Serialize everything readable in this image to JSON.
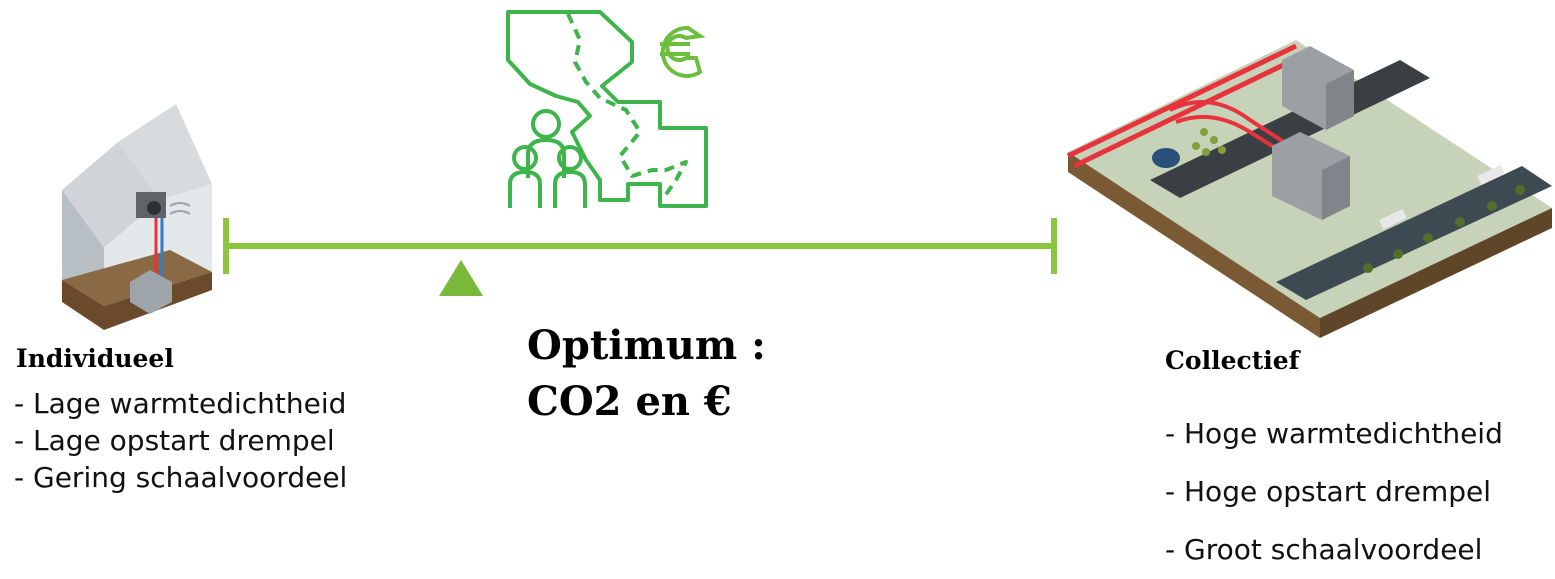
{
  "colors": {
    "scale_line": "#8cc63f",
    "icon_green": "#3db54a",
    "euro_green": "#6abf3c",
    "pipe_red": "#e8323c"
  },
  "icons": {
    "center": "region-people-euro-icon",
    "left": "individual-house-heatpump-icon",
    "right": "collective-district-heating-icon"
  },
  "left": {
    "title": "Individueel",
    "items": [
      "- Lage warmtedichtheid",
      "- Lage opstart drempel",
      "- Gering schaalvoordeel"
    ]
  },
  "optimum": {
    "text": "Optimum : CO2 en €"
  },
  "right": {
    "title": "Collectief",
    "items": [
      "- Hoge warmtedichtheid",
      "- Hoge opstart drempel",
      "- Groot schaalvoordeel"
    ]
  }
}
